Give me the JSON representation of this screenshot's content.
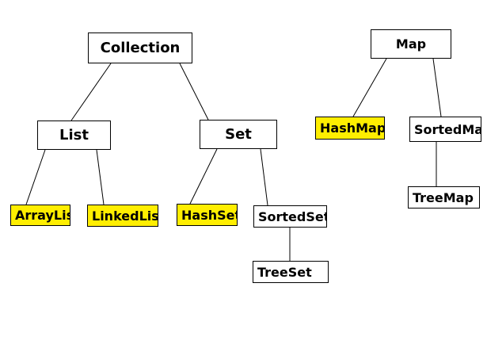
{
  "diagram": {
    "highlight_color": "#ffee00",
    "nodes": {
      "collection": "Collection",
      "list": "List",
      "set": "Set",
      "map": "Map",
      "hashmap": "HashMap",
      "sortedmap": "SortedMap",
      "treemap": "TreeMap",
      "arraylist": "ArrayList",
      "linkedlist": "LinkedList",
      "hashset": "HashSet",
      "sortedset": "SortedSet",
      "treeset": "TreeSet"
    },
    "highlighted": [
      "hashmap",
      "arraylist",
      "linkedlist",
      "hashset"
    ],
    "edges": [
      [
        "collection",
        "list"
      ],
      [
        "collection",
        "set"
      ],
      [
        "list",
        "arraylist"
      ],
      [
        "list",
        "linkedlist"
      ],
      [
        "set",
        "hashset"
      ],
      [
        "set",
        "sortedset"
      ],
      [
        "sortedset",
        "treeset"
      ],
      [
        "map",
        "hashmap"
      ],
      [
        "map",
        "sortedmap"
      ],
      [
        "sortedmap",
        "treemap"
      ]
    ]
  }
}
